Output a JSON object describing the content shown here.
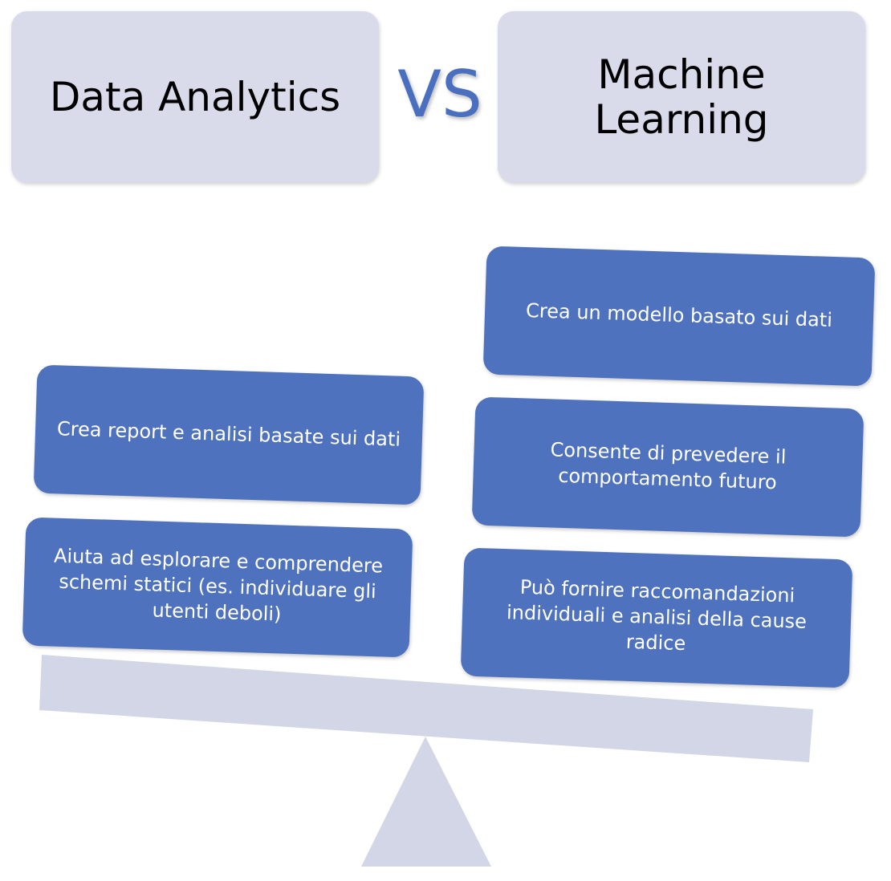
{
  "header": {
    "left_title": "Data Analytics",
    "vs": "VS",
    "right_title_line1": "Machine",
    "right_title_line2": "Learning"
  },
  "left_cards": [
    {
      "text": "Crea report e analisi basate sui dati"
    },
    {
      "text": "Aiuta ad esplorare e comprendere schemi statici (es. individuare gli utenti deboli)"
    }
  ],
  "right_cards": [
    {
      "text": "Crea un modello basato sui dati"
    },
    {
      "text": "Consente di prevedere il comportamento futuro"
    },
    {
      "text": "Può fornire raccomandazioni individuali e analisi della cause radice"
    }
  ],
  "colors": {
    "header_fill": "#d9dbea",
    "card_fill": "#4f72be",
    "vs_color": "#4a6fbe",
    "scale_fill": "#d3d6e6"
  }
}
